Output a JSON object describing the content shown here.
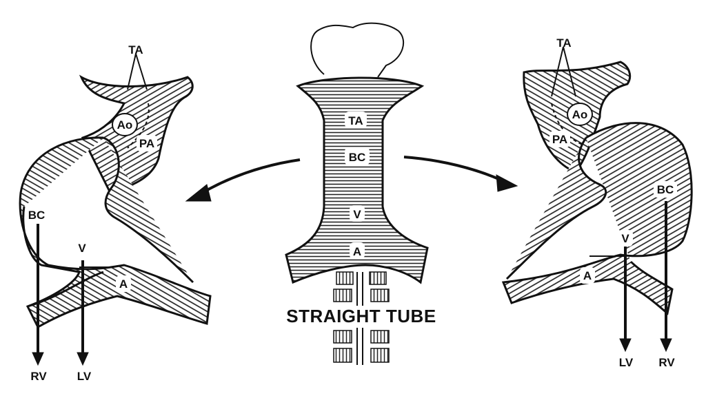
{
  "diagram": {
    "center": {
      "title": "STRAIGHT TUBE",
      "labels": {
        "ta": "TA",
        "bc": "BC",
        "v": "V",
        "a": "A"
      }
    },
    "left": {
      "labels": {
        "ta": "TA",
        "ao": "Ao",
        "pa": "PA",
        "bc": "BC",
        "v": "V",
        "a": "A",
        "rv": "RV",
        "lv": "LV"
      }
    },
    "right": {
      "labels": {
        "ta": "TA",
        "ao": "Ao",
        "pa": "PA",
        "bc": "BC",
        "v": "V",
        "a": "A",
        "lv": "LV",
        "rv": "RV"
      }
    },
    "colors": {
      "ink": "#111111",
      "paper": "#ffffff"
    }
  }
}
